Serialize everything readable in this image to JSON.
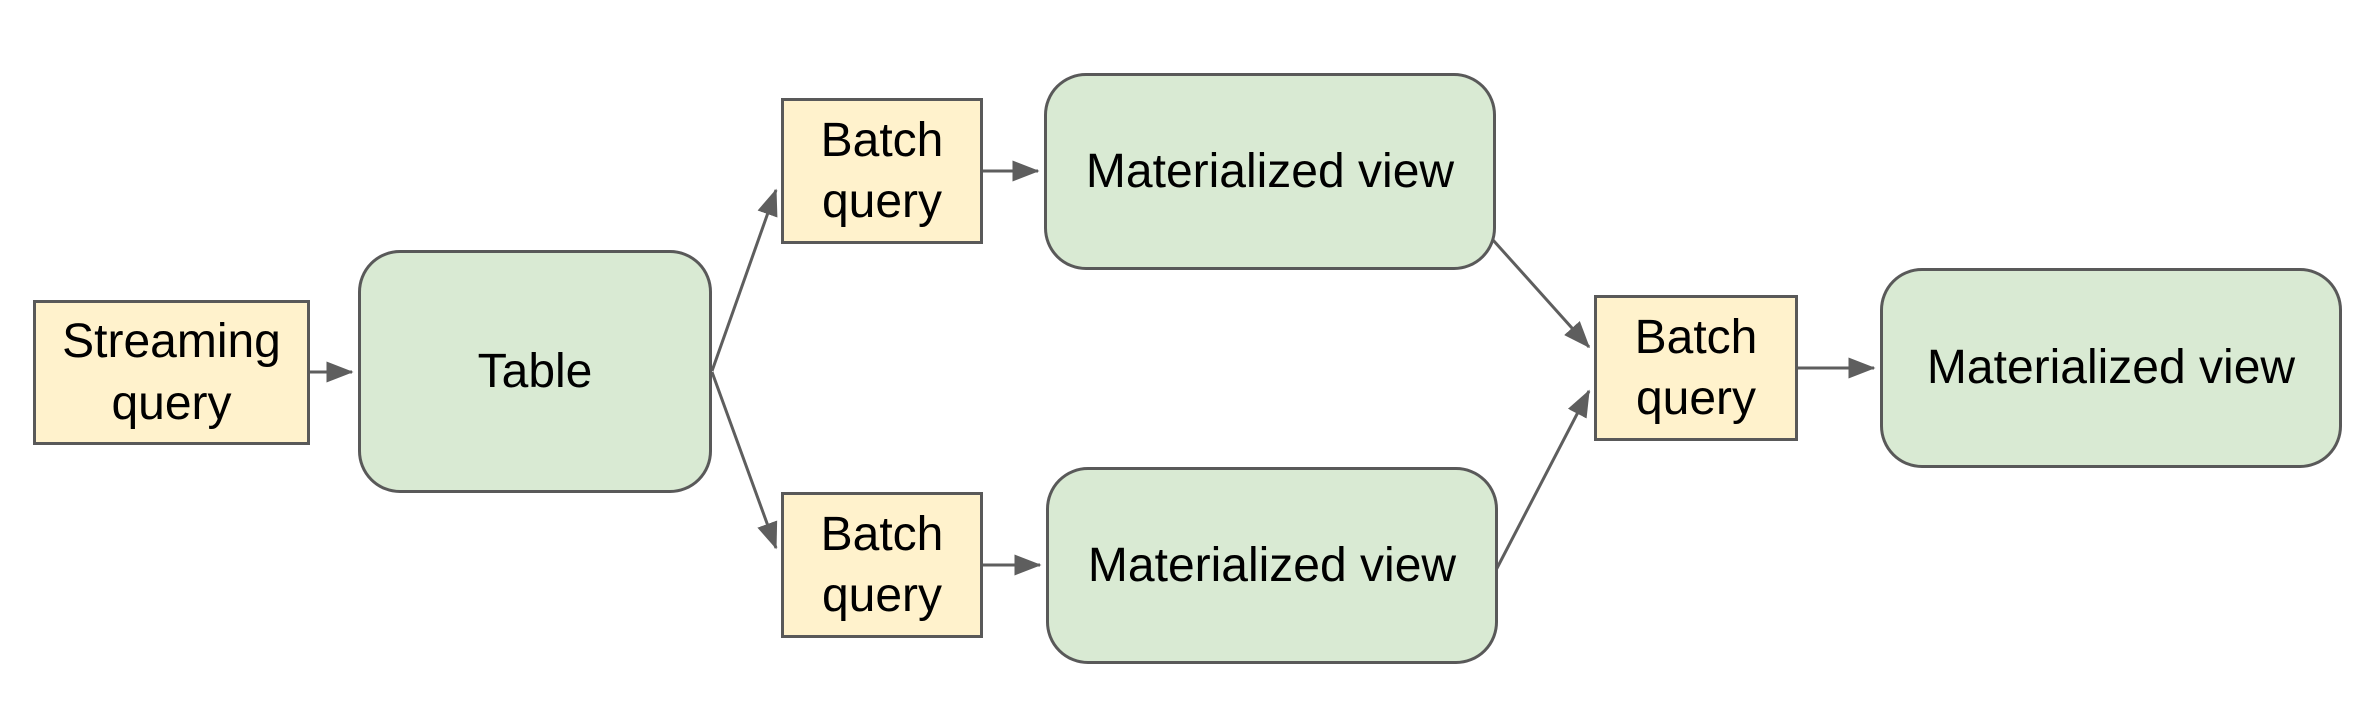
{
  "nodes": {
    "streaming_query": {
      "label": "Streaming query",
      "type": "query"
    },
    "table": {
      "label": "Table",
      "type": "store"
    },
    "batch_query_top": {
      "label": "Batch query",
      "type": "query"
    },
    "materialized_view_top": {
      "label": "Materialized view",
      "type": "store"
    },
    "batch_query_bottom": {
      "label": "Batch query",
      "type": "query"
    },
    "materialized_view_bottom": {
      "label": "Materialized view",
      "type": "store"
    },
    "batch_query_final": {
      "label": "Batch query",
      "type": "query"
    },
    "materialized_view_final": {
      "label": "Materialized view",
      "type": "store"
    }
  },
  "edges": [
    {
      "from": "streaming_query",
      "to": "table"
    },
    {
      "from": "table",
      "to": "batch_query_top"
    },
    {
      "from": "table",
      "to": "batch_query_bottom"
    },
    {
      "from": "batch_query_top",
      "to": "materialized_view_top"
    },
    {
      "from": "batch_query_bottom",
      "to": "materialized_view_bottom"
    },
    {
      "from": "materialized_view_top",
      "to": "batch_query_final"
    },
    {
      "from": "materialized_view_bottom",
      "to": "batch_query_final"
    },
    {
      "from": "batch_query_final",
      "to": "materialized_view_final"
    }
  ],
  "colors": {
    "query_node_fill": "#fff2cc",
    "store_node_fill": "#d9ead3",
    "node_border": "#595959",
    "connector": "#5e5e5e",
    "text": "#000000",
    "background": "#ffffff"
  }
}
